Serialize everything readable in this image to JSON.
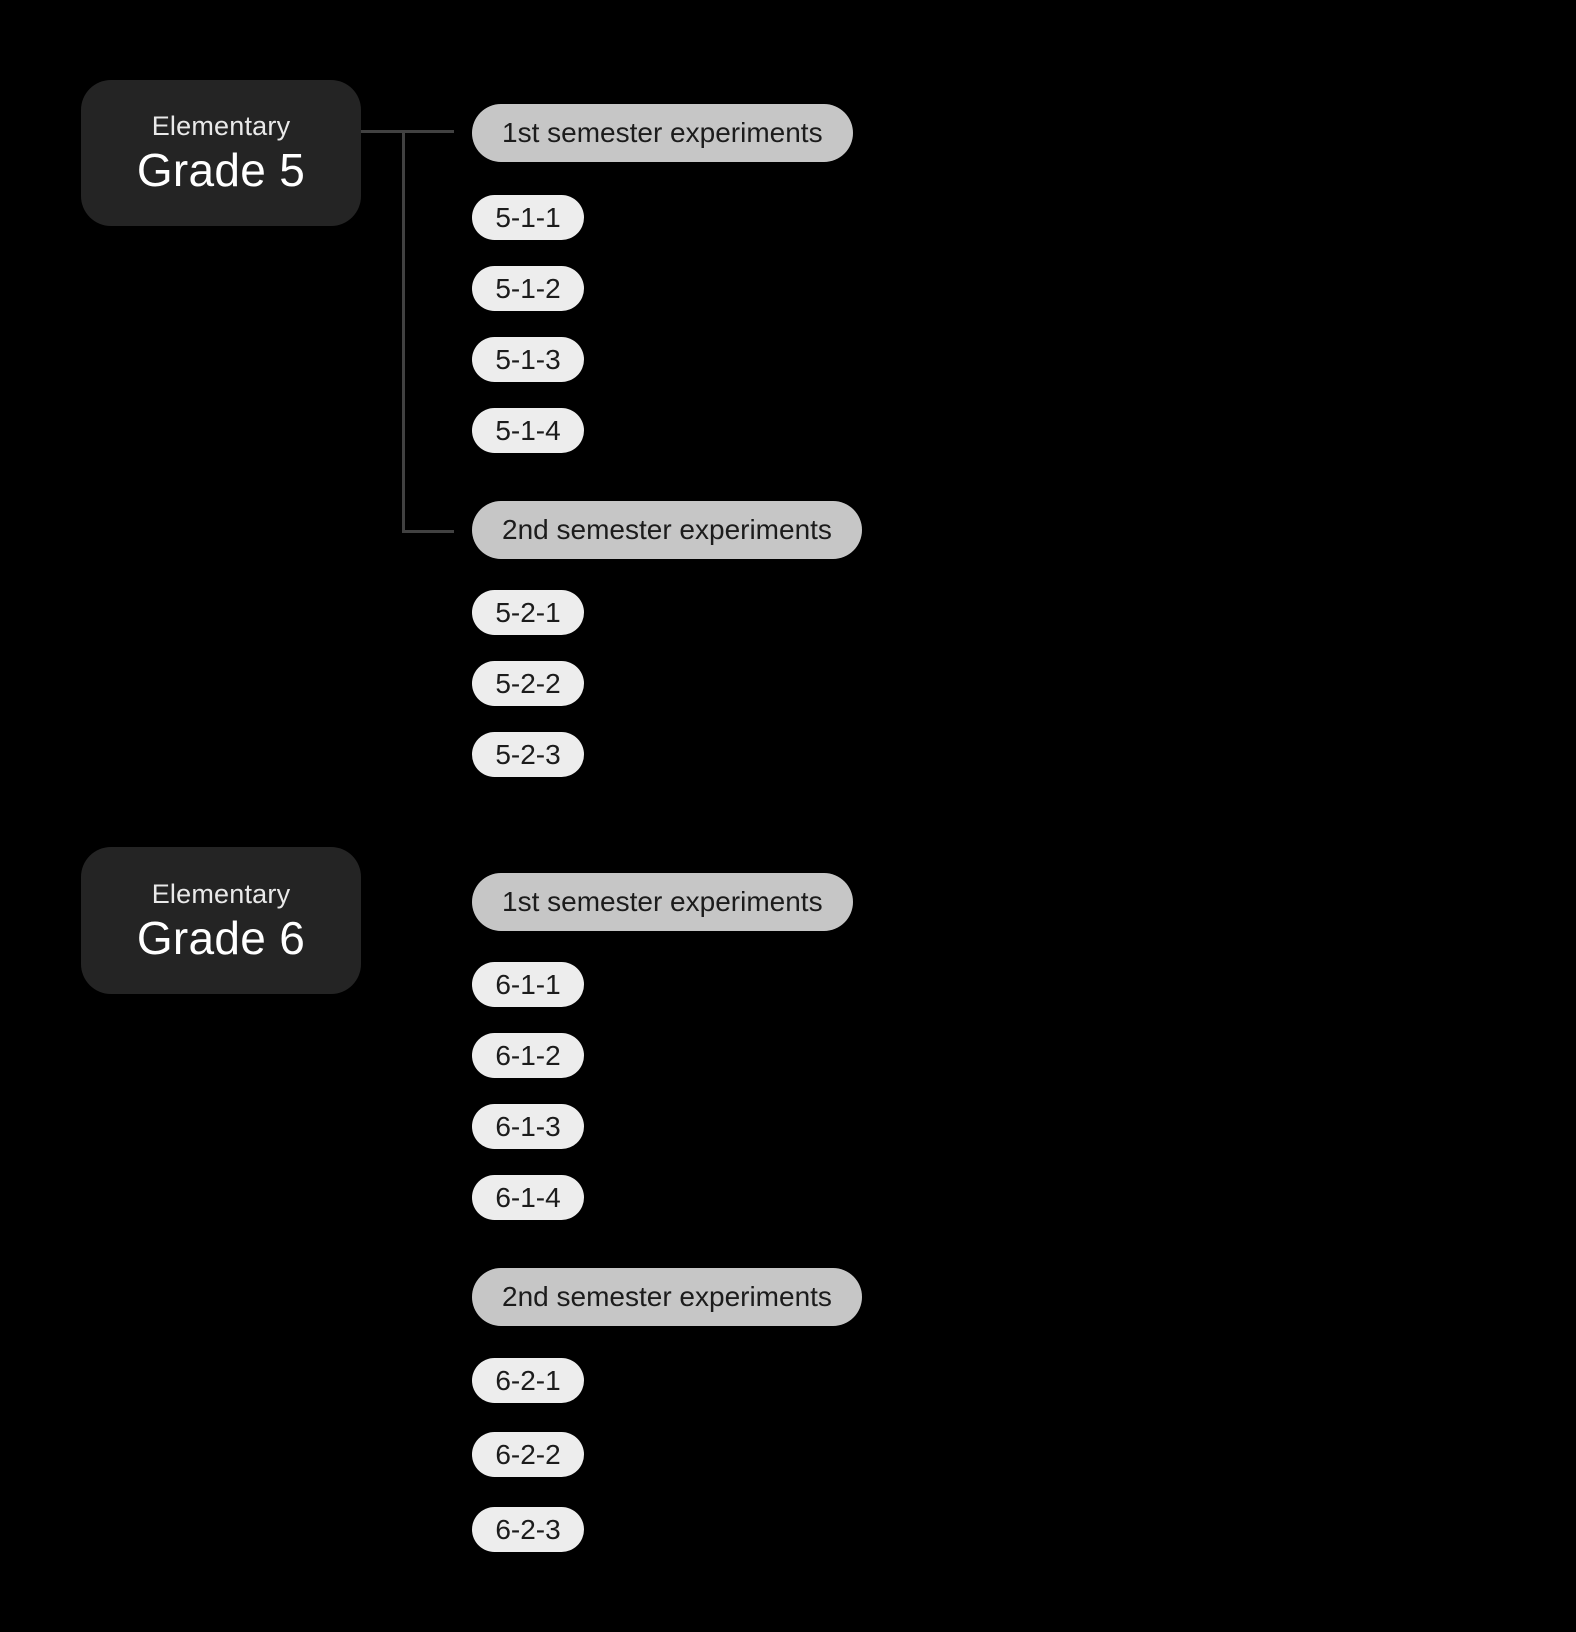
{
  "colors": {
    "canvas_bg": "#000000",
    "grade_box_bg": "#242424",
    "grade_box_subtitle": "#e9e9e9",
    "grade_box_title": "#ffffff",
    "semester_pill_bg": "#c6c6c6",
    "item_pill_bg": "#ededed",
    "pill_text": "#1c1c1c",
    "connector_line": "#414141"
  },
  "groups": [
    {
      "subtitle": "Elementary",
      "title": "Grade 5",
      "semesters": [
        {
          "label": "1st semester experiments",
          "items": [
            "5-1-1",
            "5-1-2",
            "5-1-3",
            "5-1-4"
          ]
        },
        {
          "label": "2nd semester experiments",
          "items": [
            "5-2-1",
            "5-2-2",
            "5-2-3"
          ]
        }
      ]
    },
    {
      "subtitle": "Elementary",
      "title": "Grade 6",
      "semesters": [
        {
          "label": "1st semester experiments",
          "items": [
            "6-1-1",
            "6-1-2",
            "6-1-3",
            "6-1-4"
          ]
        },
        {
          "label": "2nd semester experiments",
          "items": [
            "6-2-1",
            "6-2-2",
            "6-2-3"
          ]
        }
      ]
    }
  ]
}
